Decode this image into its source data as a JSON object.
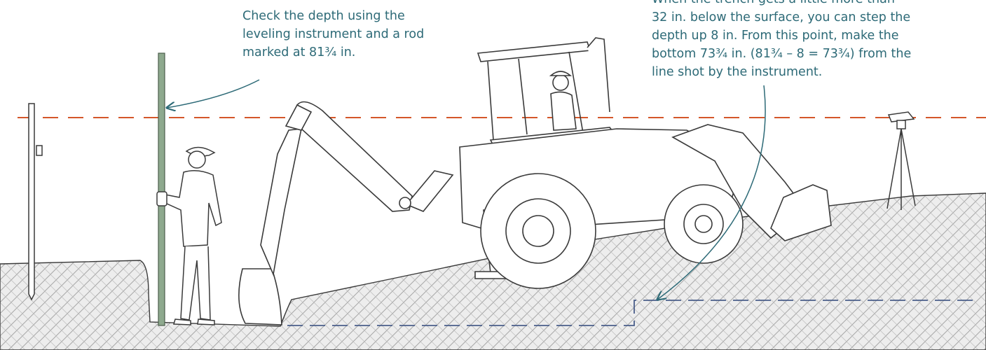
{
  "callouts": {
    "rod_check": {
      "lines": [
        "Check the depth using the",
        "leveling instrument and a rod",
        "marked at 81¾ in."
      ]
    },
    "trench_step": {
      "lines": [
        "When the trench gets a little more than",
        "32 in. below the surface, you can step the",
        "depth up 8 in. From this point, make the",
        "bottom 73¾ in. (81¾ – 8 = 73¾) from the",
        "line shot by the instrument."
      ]
    }
  },
  "colors": {
    "callout_text": "#2d6a77",
    "leader_arrow": "#2d6a77",
    "instrument_line": "#d4572a",
    "trench_grade_line": "#4a5e8a",
    "linework": "#3a3a3a",
    "ground_hatch": "#9a9a9a",
    "grade_rod": "#8ea98e"
  }
}
